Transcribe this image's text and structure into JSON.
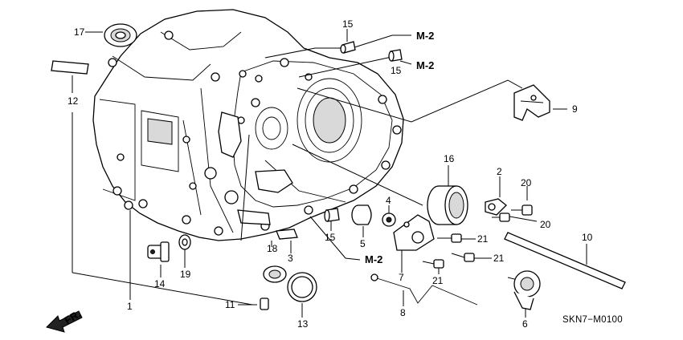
{
  "labels": {
    "p1": "1",
    "p2": "2",
    "p3": "3",
    "p4": "4",
    "p5": "5",
    "p6": "6",
    "p7": "7",
    "p8": "8",
    "p9": "9",
    "p10": "10",
    "p11": "11",
    "p12": "12",
    "p13": "13",
    "p14": "14",
    "p15a": "15",
    "p15b": "15",
    "p15c": "15",
    "p16": "16",
    "p17": "17",
    "p18": "18",
    "p19": "19",
    "p20a": "20",
    "p20b": "20",
    "p21a": "21",
    "p21b": "21",
    "p21c": "21"
  },
  "refs": {
    "m2_a": "M-2",
    "m2_b": "M-2",
    "m2_c": "M-2"
  },
  "front_marker": "FR.",
  "diagram_code": "SKN7−M0100"
}
